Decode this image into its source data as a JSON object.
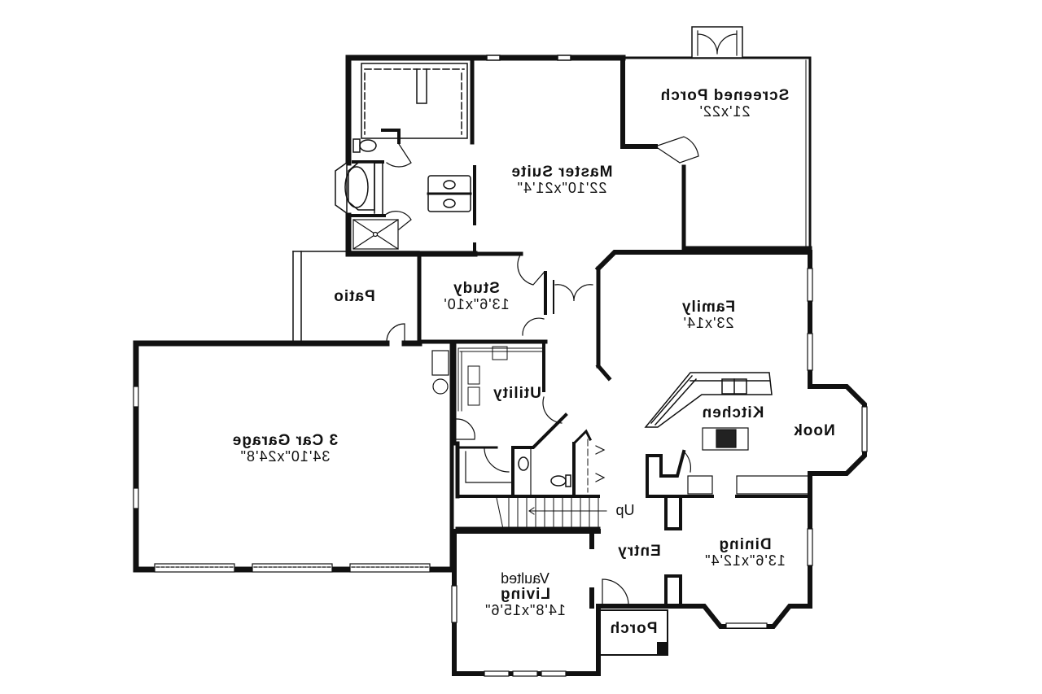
{
  "plan": {
    "orientation": "mirrored-horizontally",
    "colors": {
      "background": "#ffffff",
      "wall": "#111111",
      "line": "#222222"
    },
    "rooms": [
      {
        "id": "screened-porch",
        "name": "Screened Porch",
        "dims": "21'x22'"
      },
      {
        "id": "master-suite",
        "name": "Master Suite",
        "dims": "22'10\"x21'4\""
      },
      {
        "id": "patio",
        "name": "Patio",
        "dims": ""
      },
      {
        "id": "study",
        "name": "Study",
        "dims": "13'6\"x10'"
      },
      {
        "id": "family",
        "name": "Family",
        "dims": "23'x14'"
      },
      {
        "id": "utility",
        "name": "Utility",
        "dims": ""
      },
      {
        "id": "garage",
        "name": "3 Car Garage",
        "dims": "34'10\"x24'8\""
      },
      {
        "id": "kitchen",
        "name": "Kitchen",
        "dims": ""
      },
      {
        "id": "nook",
        "name": "Nook",
        "dims": ""
      },
      {
        "id": "entry",
        "name": "Entry",
        "dims": ""
      },
      {
        "id": "dining",
        "name": "Dining",
        "dims": "13'6\"x12'4\""
      },
      {
        "id": "living",
        "prefix": "Vaulted",
        "name": "Living",
        "dims": "14'8\"x15'6\""
      },
      {
        "id": "porch",
        "name": "Porch",
        "dims": ""
      }
    ],
    "annotations": {
      "stairs": "Up"
    },
    "icons": [
      "toilet-icon",
      "bathtub-icon",
      "shower-icon",
      "double-sink-icon",
      "cooktop-icon",
      "kitchen-sink-icon",
      "washer-icon",
      "water-heater-icon",
      "door-swing-icon",
      "window-icon",
      "staircase-icon"
    ]
  }
}
